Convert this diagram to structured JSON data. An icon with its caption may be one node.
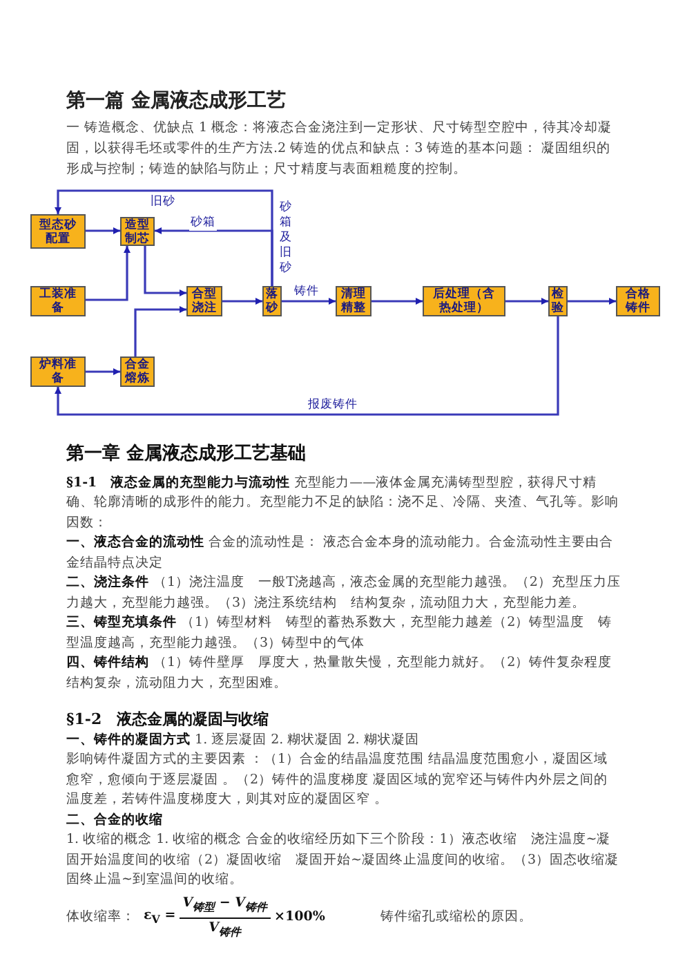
{
  "diagram": {
    "title": "第一篇  金属液态成形工艺",
    "nodes": [
      {
        "text": [
          "型态砂配置"
        ]
      },
      {
        "text": [
          "造型制芯"
        ]
      },
      {
        "text": [
          "工装准备"
        ]
      },
      {
        "text": [
          "合型浇注"
        ]
      },
      {
        "text": [
          "落砂"
        ]
      },
      {
        "text": [
          "清理精整"
        ]
      },
      {
        "text": [
          "后处理（含热处理）"
        ]
      },
      {
        "text": [
          "检验"
        ]
      },
      {
        "text": [
          "合格铸件"
        ]
      },
      {
        "text": [
          "炉料准备"
        ]
      },
      {
        "text": [
          "合金熔炼"
        ]
      }
    ],
    "edges": [
      {
        "from": 0,
        "to": 1,
        "arrow": "to"
      },
      {
        "from": 2,
        "to": 1,
        "arrow": "to"
      },
      {
        "from": 1,
        "to": 3,
        "arrow": "to"
      },
      {
        "from": 10,
        "to": 3,
        "arrow": "to"
      },
      {
        "from": 9,
        "to": 10,
        "arrow": "to"
      },
      {
        "from": 3,
        "to": 4,
        "arrow": "to"
      },
      {
        "from": 4,
        "to": 5,
        "arrow": "to",
        "label": "铸件"
      },
      {
        "from": 5,
        "to": 6,
        "arrow": "to"
      },
      {
        "from": 6,
        "to": 7,
        "arrow": "to"
      },
      {
        "from": 7,
        "to": 8,
        "arrow": "to"
      },
      {
        "from": 4,
        "to": 0,
        "arrow": "to",
        "label": "旧砂"
      },
      {
        "from": 4,
        "to": 1,
        "arrow": "to",
        "label": "砂箱"
      },
      {
        "from": 7,
        "to": 9,
        "arrow": "to",
        "label": "报废铸件"
      }
    ],
    "labels": [
      "一 铸造概念、优缺点 1 概念：将液态合金浇注到一定形状、尺寸铸型空腔中，待其冷却凝固，以获得毛坯或零件的生产方法.2 铸造的优点和缺点：3 铸造的基本问题： 凝固组织的形成与控制；铸造的缺陷与防止；尺寸精度与表面粗糙度的控制。",
      "砂箱及旧砂",
      "第一章  金属液态成形工艺基础",
      "**§1-1　液态金属的充型能力与流动性** 充型能力——液体金属充满铸型型腔，获得尺寸精确、轮廓清晰的成形件的能力。充型能力不足的缺陷：浇不足、冷隔、夹渣、气孔等。影响因数：",
      "**一、液态合金的流动性** 合金的流动性是： 液态合金本身的流动能力。合金流动性主要由合金结晶特点决定",
      "**二、浇注条件** （1）浇注温度　一般T浇越高，液态金属的充型能力越强。（2）充型压力压力越大，充型能力越强。（3）浇注系统结构　结构复杂，流动阻力大，充型能力差。",
      "**三、铸型充填条件** （1）铸型材料　铸型的蓄热系数大，充型能力越差（2）铸型温度　铸型温度越高，充型能力越强。（3）铸型中的气体",
      "**四、铸件结构** （1）铸件壁厚　厚度大，热量散失慢，充型能力就好。（2）铸件复杂程度结构复杂，流动阻力大，充型困难。",
      "§1-2　液态金属的凝固与收缩",
      "**一、铸件的凝固方式** 1. 逐层凝固 2. 糊状凝固 2. 糊状凝固",
      "影响铸件凝固方式的主要因素 ：（1）合金的结晶温度范围 结晶温度范围愈小，凝固区域愈窄，愈倾向于逐层凝固 。（2）铸件的温度梯度 凝固区域的宽窄还与铸件内外层之间的温度差，若铸件温度梯度大，则其对应的凝固区窄 。",
      "二、合金的收缩",
      "1. 收缩的概念 1. 收缩的概念 合金的收缩经历如下三个阶段：1）液态收缩　浇注温度~凝固开始温度间的收缩（2）凝固收缩　凝固开始~凝固终止温度间的收缩。（3）固态收缩凝固终止温~到室温间的收缩。",
      "体收缩率：",
      "ε$_{V}$ =",
      "V$_{铸型}$ − V$_{铸件}$",
      "V$_{铸件}$",
      "×100%",
      "铸件缩孔或缩松的原因。"
    ]
  }
}
